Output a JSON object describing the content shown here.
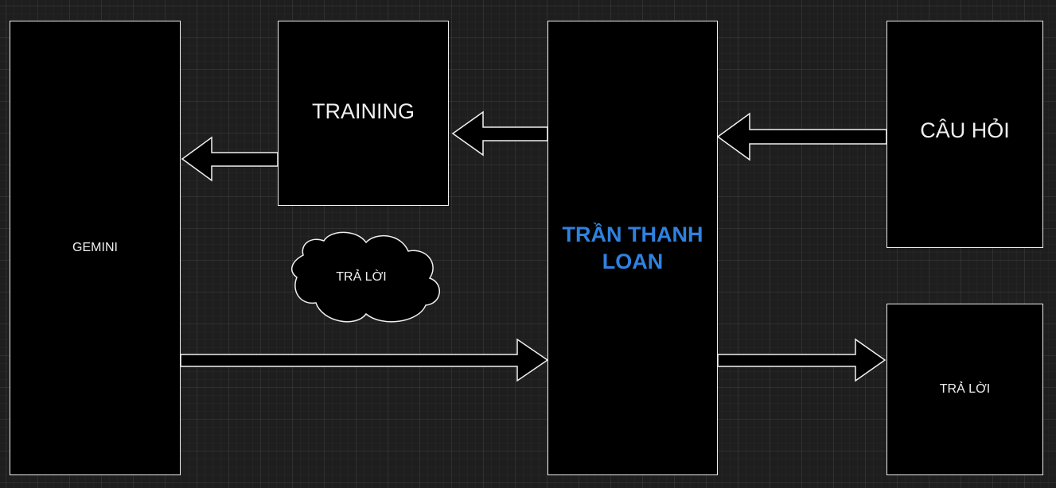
{
  "diagram": {
    "nodes": {
      "gemini": "GEMINI",
      "training": "TRAINING",
      "center": "TRẦN THANH LOAN",
      "question": "CÂU HỎI",
      "answer_right": "TRẢ LỜI",
      "answer_cloud": "TRẢ LỜI"
    },
    "edges": [
      {
        "from": "question",
        "to": "center"
      },
      {
        "from": "center",
        "to": "training"
      },
      {
        "from": "training",
        "to": "gemini"
      },
      {
        "from": "gemini",
        "to": "center"
      },
      {
        "from": "center",
        "to": "answer_right"
      }
    ],
    "colors": {
      "background": "#1e1e1e",
      "node_fill": "#000000",
      "stroke": "#f0f0f0",
      "center_text": "#2f82e0"
    }
  }
}
